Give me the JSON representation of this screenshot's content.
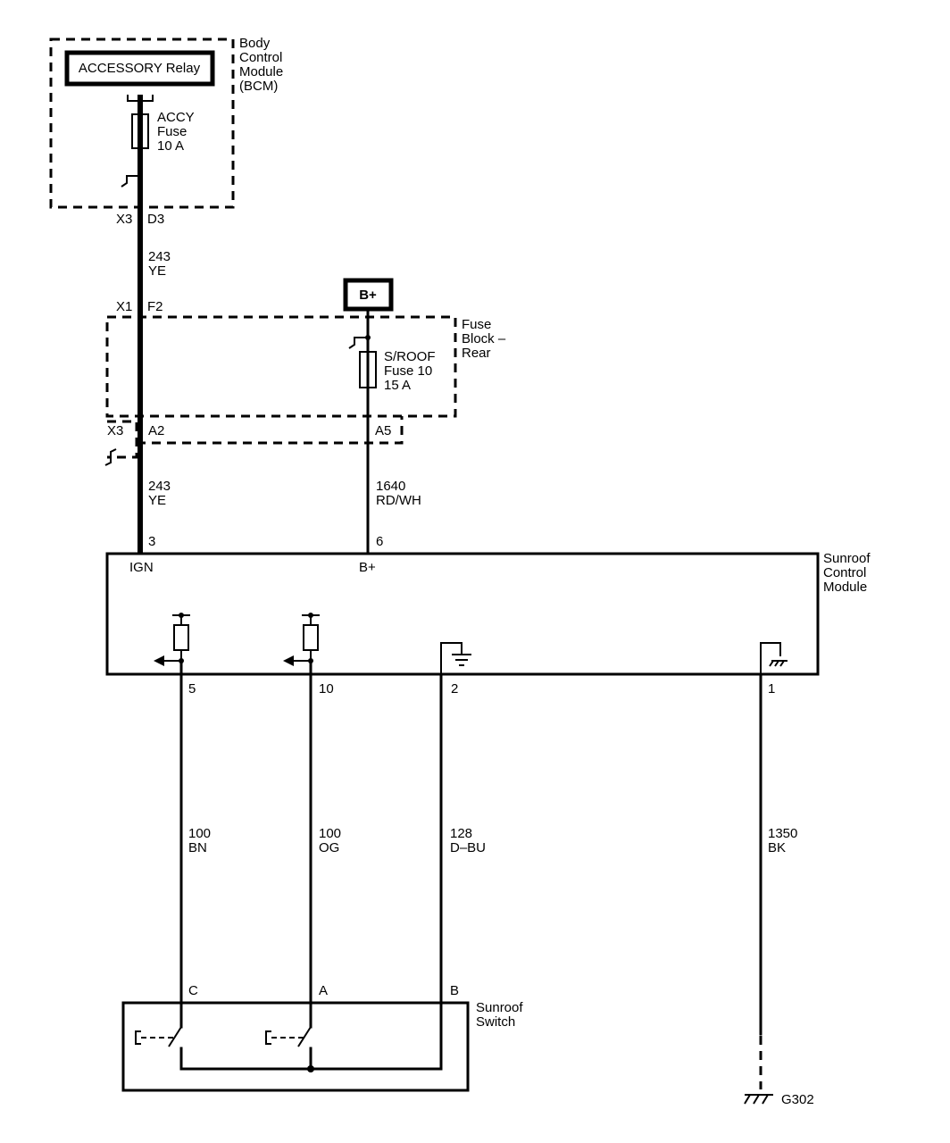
{
  "bcm": {
    "name_lines": [
      "Body",
      "Control",
      "Module",
      "(BCM)"
    ],
    "relay_label": "ACCESSORY Relay",
    "fuse_lines": [
      "ACCY",
      "Fuse",
      "10 A"
    ]
  },
  "bcm_connector": {
    "connector": "X3",
    "pin": "D3"
  },
  "circuit_ign_upper": {
    "number": "243",
    "color": "YE"
  },
  "battery_label": "B+",
  "fuse_block": {
    "name_lines": [
      "Fuse",
      "Block –",
      "Rear"
    ],
    "fuse_lines": [
      "S/ROOF",
      "Fuse 10",
      "15 A"
    ],
    "input_connector": "X1",
    "input_pin": "F2",
    "output_connector": "X3",
    "output_pin_ign": "A2",
    "output_pin_bplus": "A5"
  },
  "circuit_ign_lower": {
    "number": "243",
    "color": "YE"
  },
  "circuit_bplus": {
    "number": "1640",
    "color": "RD/WH"
  },
  "control_module": {
    "name_lines": [
      "Sunroof",
      "Control",
      "Module"
    ],
    "pin_ign": "3",
    "pin_bplus": "6",
    "label_ign": "IGN",
    "label_bplus": "B+",
    "pin_5": "5",
    "pin_10": "10",
    "pin_2": "2",
    "pin_1": "1"
  },
  "circuit_bn": {
    "number": "100",
    "color": "BN"
  },
  "circuit_og": {
    "number": "100",
    "color": "OG"
  },
  "circuit_dbu": {
    "number": "128",
    "color": "D–BU"
  },
  "circuit_bk": {
    "number": "1350",
    "color": "BK"
  },
  "switch": {
    "name_lines": [
      "Sunroof",
      "Switch"
    ],
    "pin_c": "C",
    "pin_a": "A",
    "pin_b": "B"
  },
  "ground_label": "G302"
}
